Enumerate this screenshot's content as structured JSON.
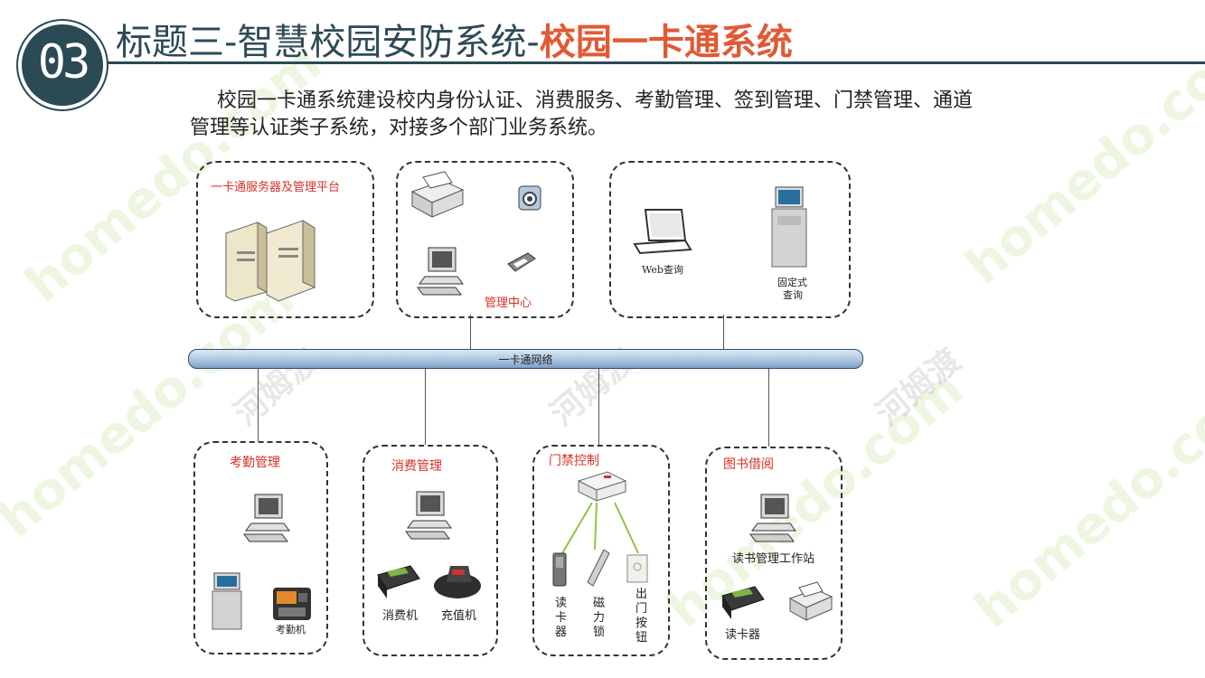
{
  "badge": {
    "number": "03"
  },
  "title": {
    "prefix": "标题三-智慧校园安防系统-",
    "highlight": "校园一卡通系统"
  },
  "intro": "校园一卡通系统建设校内身份认证、消费服务、考勤管理、签到管理、门禁管理、通道管理等认证类子系统，对接多个部门业务系统。",
  "watermark": {
    "latin": "homedo.com",
    "chinese": "河姆渡"
  },
  "network": {
    "label": "一卡通网络"
  },
  "top_boxes": {
    "server_platform": {
      "title": "一卡通服务器及管理平台"
    },
    "management_center": {
      "title": "管理中心"
    },
    "query": {
      "web_label": "Web查询",
      "kiosk_label_1": "固定式",
      "kiosk_label_2": "查询"
    }
  },
  "bottom_boxes": {
    "attendance": {
      "title": "考勤管理",
      "device_label": "考勤机"
    },
    "consumption": {
      "title": "消费管理",
      "pos_label": "消费机",
      "recharge_label": "充值机"
    },
    "access_control": {
      "title": "门禁控制",
      "reader_label": "读卡器",
      "lock_label": "磁力锁",
      "button_label": "出门按钮"
    },
    "library": {
      "title": "图书借阅",
      "workstation_label": "读书管理工作站",
      "reader_label": "读卡器"
    }
  },
  "colors": {
    "accent": "#e15a35",
    "dark": "#2a4a55",
    "label_red": "#d8302a",
    "bus": "#a8c3df"
  }
}
